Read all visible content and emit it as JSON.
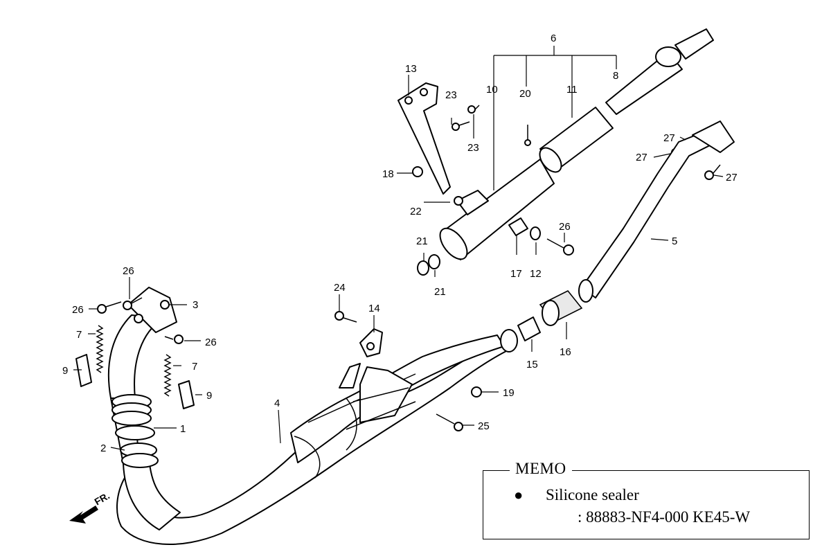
{
  "callouts": [
    {
      "id": "c1",
      "text": "1"
    },
    {
      "id": "c2",
      "text": "2"
    },
    {
      "id": "c3",
      "text": "3"
    },
    {
      "id": "c4",
      "text": "4"
    },
    {
      "id": "c5",
      "text": "5"
    },
    {
      "id": "c6",
      "text": "6"
    },
    {
      "id": "c7a",
      "text": "7"
    },
    {
      "id": "c7b",
      "text": "7"
    },
    {
      "id": "c8",
      "text": "8"
    },
    {
      "id": "c9a",
      "text": "9"
    },
    {
      "id": "c9b",
      "text": "9"
    },
    {
      "id": "c10",
      "text": "10"
    },
    {
      "id": "c11",
      "text": "11"
    },
    {
      "id": "c12",
      "text": "12"
    },
    {
      "id": "c13",
      "text": "13"
    },
    {
      "id": "c14",
      "text": "14"
    },
    {
      "id": "c15",
      "text": "15"
    },
    {
      "id": "c16",
      "text": "16"
    },
    {
      "id": "c17",
      "text": "17"
    },
    {
      "id": "c18",
      "text": "18"
    },
    {
      "id": "c19",
      "text": "19"
    },
    {
      "id": "c20",
      "text": "20"
    },
    {
      "id": "c21a",
      "text": "21"
    },
    {
      "id": "c21b",
      "text": "21"
    },
    {
      "id": "c22",
      "text": "22"
    },
    {
      "id": "c23a",
      "text": "23"
    },
    {
      "id": "c23b",
      "text": "23"
    },
    {
      "id": "c24",
      "text": "24"
    },
    {
      "id": "c25",
      "text": "25"
    },
    {
      "id": "c26a",
      "text": "26"
    },
    {
      "id": "c26b",
      "text": "26"
    },
    {
      "id": "c26c",
      "text": "26"
    },
    {
      "id": "c26d",
      "text": "26"
    },
    {
      "id": "c27a",
      "text": "27"
    },
    {
      "id": "c27b",
      "text": "27"
    },
    {
      "id": "c27c",
      "text": "27"
    }
  ],
  "direction_label": "FR.",
  "memo": {
    "title": "MEMO",
    "bullet": "●",
    "item": "Silicone sealer",
    "part_numbers": ": 88883-NF4-000 KE45-W"
  }
}
